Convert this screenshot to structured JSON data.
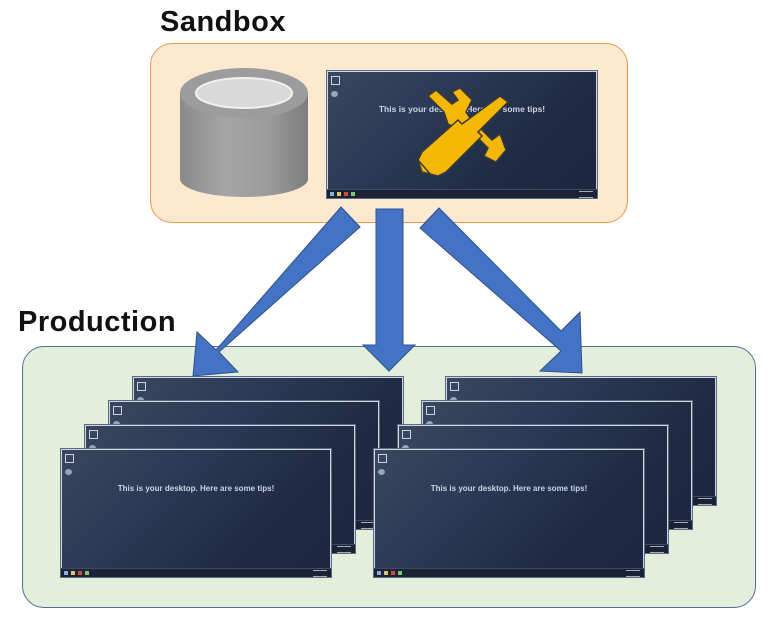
{
  "labels": {
    "sandbox": "Sandbox",
    "production": "Production"
  },
  "screen": {
    "tip_title": "This is your desktop. Here are some tips!"
  },
  "icons": {
    "database": "database-cylinder-icon",
    "tools": "wrench-screwdriver-icon"
  },
  "colors": {
    "sandbox_fill": "#fde9cf",
    "sandbox_border": "#e69a4e",
    "production_fill": "#e3efda",
    "production_border": "#4f6f94",
    "arrow": "#4472c4",
    "tool": "#f5b800"
  }
}
